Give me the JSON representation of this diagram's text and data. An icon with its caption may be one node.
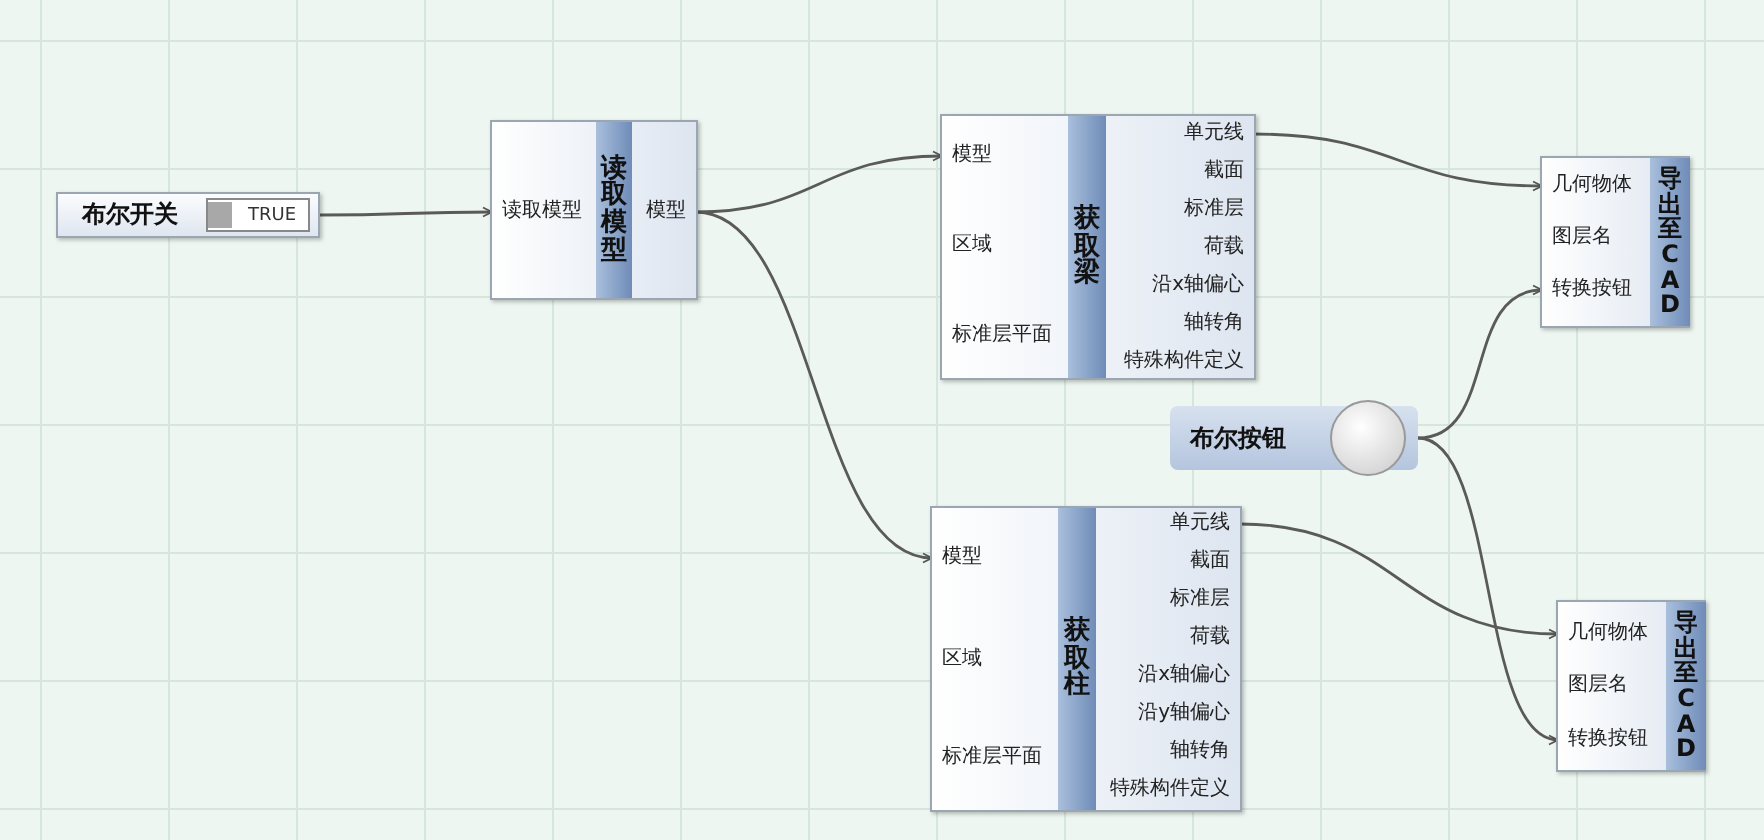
{
  "diagram": {
    "nodes": [
      {
        "text": [
          "布尔开关",
          "TRUE"
        ]
      },
      {
        "text": [
          "读取模型"
        ]
      },
      {
        "text": [
          "读取模型"
        ],
        "in": 1
      },
      {
        "text": [
          "模型"
        ],
        "in": 1
      },
      {
        "text": [
          "获取梁"
        ]
      },
      {
        "text": [
          "模型"
        ],
        "in": 4
      },
      {
        "text": [
          "区域"
        ],
        "in": 4
      },
      {
        "text": [
          "标准层平面"
        ],
        "in": 4
      },
      {
        "text": [
          "单元线"
        ],
        "in": 4
      },
      {
        "text": [
          "截面"
        ],
        "in": 4
      },
      {
        "text": [
          "标准层"
        ],
        "in": 4
      },
      {
        "text": [
          "荷载"
        ],
        "in": 4
      },
      {
        "text": [
          "沿x轴偏心"
        ],
        "in": 4
      },
      {
        "text": [
          "轴转角"
        ],
        "in": 4
      },
      {
        "text": [
          "特殊构件定义"
        ],
        "in": 4
      },
      {
        "text": [
          "导出至CAD"
        ]
      },
      {
        "text": [
          "几何物体"
        ],
        "in": 15
      },
      {
        "text": [
          "图层名"
        ],
        "in": 15
      },
      {
        "text": [
          "转换按钮"
        ],
        "in": 15
      },
      {
        "text": [
          "布尔按钮"
        ]
      },
      {
        "text": [
          "获取柱"
        ]
      },
      {
        "text": [
          "模型"
        ],
        "in": 20
      },
      {
        "text": [
          "区域"
        ],
        "in": 20
      },
      {
        "text": [
          "标准层平面"
        ],
        "in": 20
      },
      {
        "text": [
          "单元线"
        ],
        "in": 20
      },
      {
        "text": [
          "截面"
        ],
        "in": 20
      },
      {
        "text": [
          "标准层"
        ],
        "in": 20
      },
      {
        "text": [
          "荷载"
        ],
        "in": 20
      },
      {
        "text": [
          "沿x轴偏心"
        ],
        "in": 20
      },
      {
        "text": [
          "沿y轴偏心"
        ],
        "in": 20
      },
      {
        "text": [
          "轴转角"
        ],
        "in": 20
      },
      {
        "text": [
          "特殊构件定义"
        ],
        "in": 20
      },
      {
        "text": [
          "导出至CAD"
        ]
      },
      {
        "text": [
          "几何物体"
        ],
        "in": 32
      },
      {
        "text": [
          "图层名"
        ],
        "in": 32
      },
      {
        "text": [
          "转换按钮"
        ],
        "in": 32
      }
    ],
    "edges": [
      {
        "from": 0,
        "to": 2,
        "arrow": "to"
      },
      {
        "from": 3,
        "to": 5,
        "arrow": "to"
      },
      {
        "from": 3,
        "to": 21,
        "arrow": "to"
      },
      {
        "from": 8,
        "to": 16,
        "arrow": "to"
      },
      {
        "from": 19,
        "to": 18,
        "arrow": "to"
      },
      {
        "from": 19,
        "to": 35,
        "arrow": "to"
      },
      {
        "from": 24,
        "to": 33,
        "arrow": "to"
      }
    ]
  }
}
